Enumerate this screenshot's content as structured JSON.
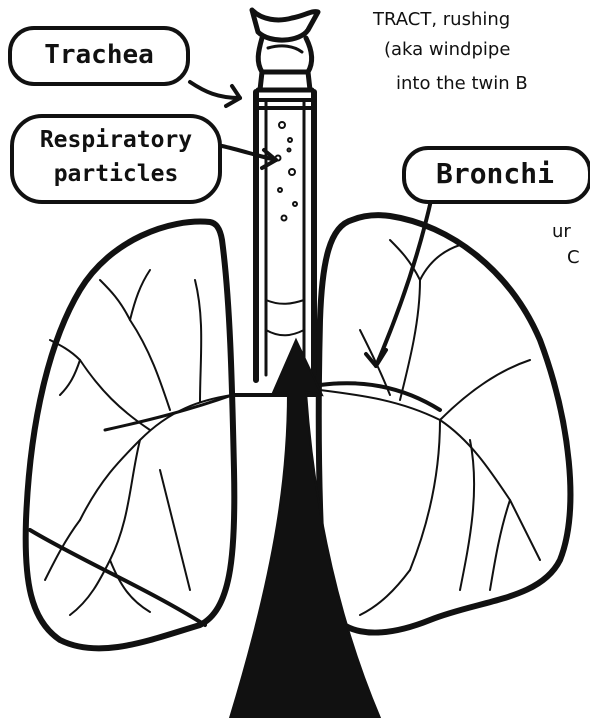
{
  "labels": {
    "trachea": "Trachea",
    "particles_line1": "Respiratory",
    "particles_line2": "particles",
    "bronchi": "Bronchi"
  },
  "caption": {
    "line1": "TRACT, rushing",
    "line2": "(aka windpipe",
    "line3": "into the twin B",
    "line4": "ur",
    "line5": "C"
  },
  "colors": {
    "ink": "#111111",
    "paper": "#ffffff"
  },
  "icons": {
    "trachea_arrow": "curved-arrow-icon",
    "particles_arrow": "arrow-icon",
    "bronchi_arrow": "arrow-icon",
    "airflow_arrow": "airflow-arrow-icon"
  }
}
